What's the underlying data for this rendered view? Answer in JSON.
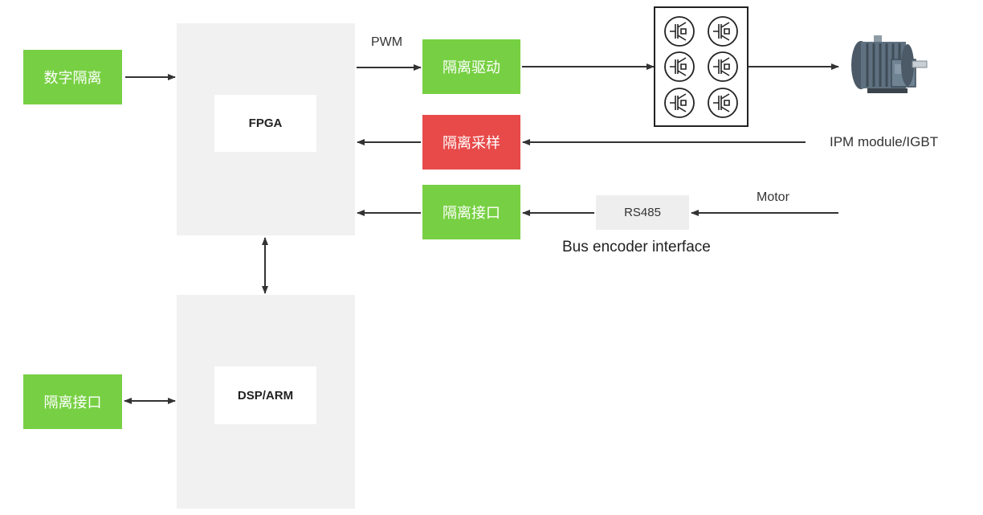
{
  "blocks": {
    "fpga": "FPGA",
    "dsp_arm": "DSP/ARM",
    "digital_isolation": "数字隔离",
    "isolated_drive": "隔离驱动",
    "isolated_sampling": "隔离采样",
    "isolated_interface_right": "隔离接口",
    "isolated_interface_left": "隔离接口",
    "rs485": "RS485"
  },
  "labels": {
    "pwm": "PWM",
    "ipm": "IPM module/IGBT",
    "motor": "Motor",
    "bus_encoder": "Bus encoder interface"
  },
  "colors": {
    "green": "#77d043",
    "red": "#e84a4a",
    "panel": "#f1f1f1",
    "arrow": "#333333"
  },
  "icons": {
    "igbt_bridge": "igbt-module-icon",
    "motor": "motor-icon"
  }
}
